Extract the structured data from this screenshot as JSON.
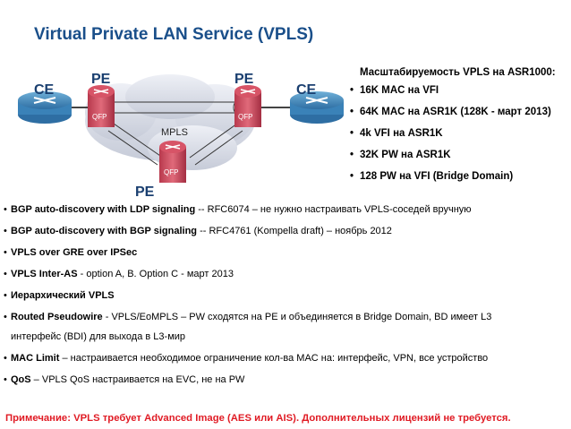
{
  "title": "Virtual Private LAN Service (VPLS)",
  "diagram": {
    "ce_left": "CE",
    "ce_right": "CE",
    "pe_left": "PE",
    "pe_right": "PE",
    "pe_bottom": "PE",
    "qfp": "QFP",
    "cloud": "MPLS"
  },
  "side": {
    "header": "Масштабируемость VPLS на ASR1000:",
    "items": [
      "16K MAC на VFI",
      "64K MAC на ASR1K (128K - март 2013)",
      "4k VFI на ASR1K",
      "32K PW на ASR1K",
      "128 PW на VFI  (Bridge Domain)"
    ]
  },
  "bullets": [
    {
      "bold": "BGP auto-discovery with LDP signaling",
      "rest": " -- RFC6074 – не нужно настраивать VPLS-соседей вручную"
    },
    {
      "bold": "BGP auto-discovery with BGP signaling",
      "rest": " -- RFC4761 (Kompella draft) – ноябрь 2012"
    },
    {
      "bold": "VPLS over GRE over IPSec",
      "rest": ""
    },
    {
      "bold": "VPLS Inter-AS",
      "rest": " - option A, B. Option C - март 2013"
    },
    {
      "bold": "Иерархический VPLS",
      "rest": ""
    },
    {
      "bold": "Routed Pseudowire",
      "rest": " - VPLS/EoMPLS – PW сходятся на PE и объединяется в Bridge Domain, BD имеет L3",
      "cont": "интерфейс (BDI) для выхода в L3-мир"
    },
    {
      "bold": "MAC Limit",
      "rest": " – настраивается необходимое ограничение кол-ва MAC на: интерфейс, VPN, все устройство"
    },
    {
      "bold": "QoS",
      "rest": " – VPLS QoS настраивается на EVC, не на PW"
    }
  ],
  "note": "Примечание:  VPLS требует Advanced Image (AES или AIS). Дополнительных лицензий не требуется."
}
